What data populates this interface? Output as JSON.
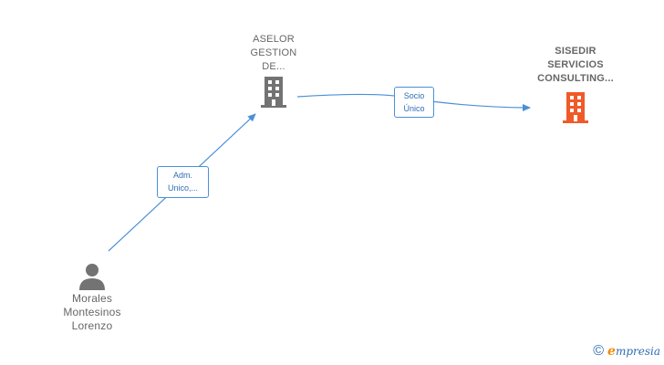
{
  "nodes": {
    "company_a": {
      "lines": [
        "ASELOR",
        "GESTION",
        "DE..."
      ],
      "color": "#737373"
    },
    "company_b": {
      "lines": [
        "SISEDIR",
        "SERVICIOS",
        "CONSULTING..."
      ],
      "color": "#f05a28"
    },
    "person": {
      "lines": [
        "Morales",
        "Montesinos",
        "Lorenzo"
      ],
      "color": "#737373"
    }
  },
  "edges": {
    "person_to_a": {
      "lines": [
        "Adm.",
        "Unico,..."
      ],
      "color": "#4a90d9"
    },
    "a_to_b": {
      "lines": [
        "Socio",
        "Único"
      ],
      "color": "#4a90d9"
    }
  },
  "footer": {
    "copyright": "©",
    "brand_initial": "e",
    "brand_rest": "mpresia"
  },
  "icons": {
    "company": "building-icon",
    "person": "person-icon"
  }
}
